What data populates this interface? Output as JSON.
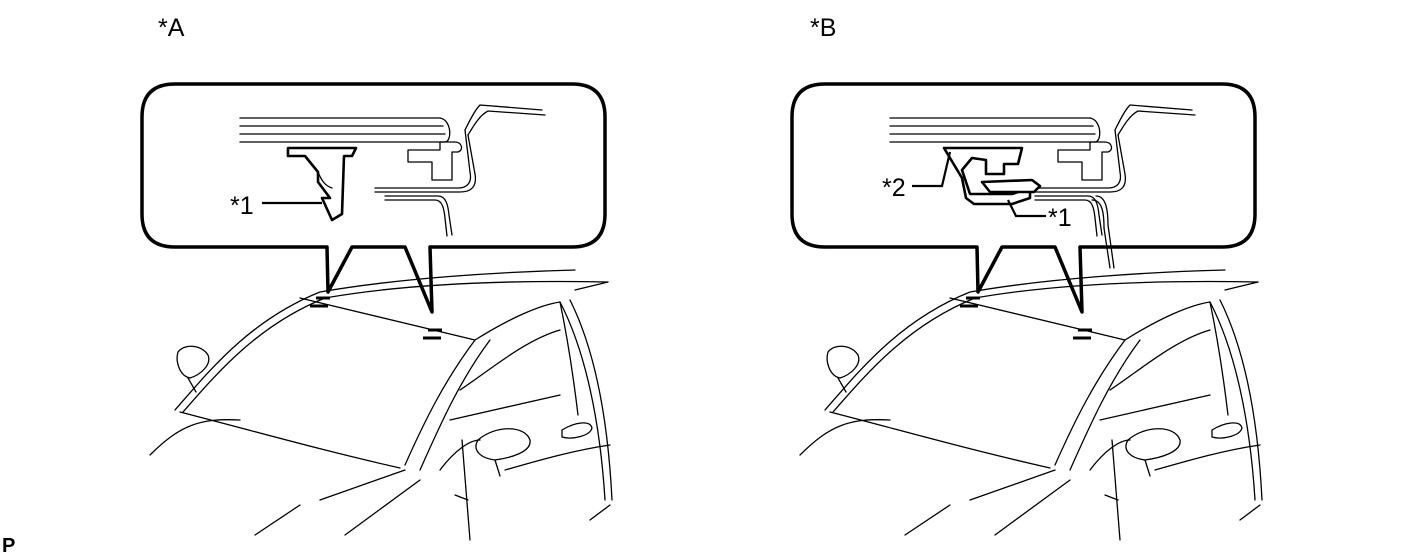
{
  "views": [
    {
      "label": "*A",
      "callouts": [
        "*1"
      ]
    },
    {
      "label": "*B",
      "callouts": [
        "*2",
        "*1"
      ]
    }
  ],
  "corner_code": "P"
}
